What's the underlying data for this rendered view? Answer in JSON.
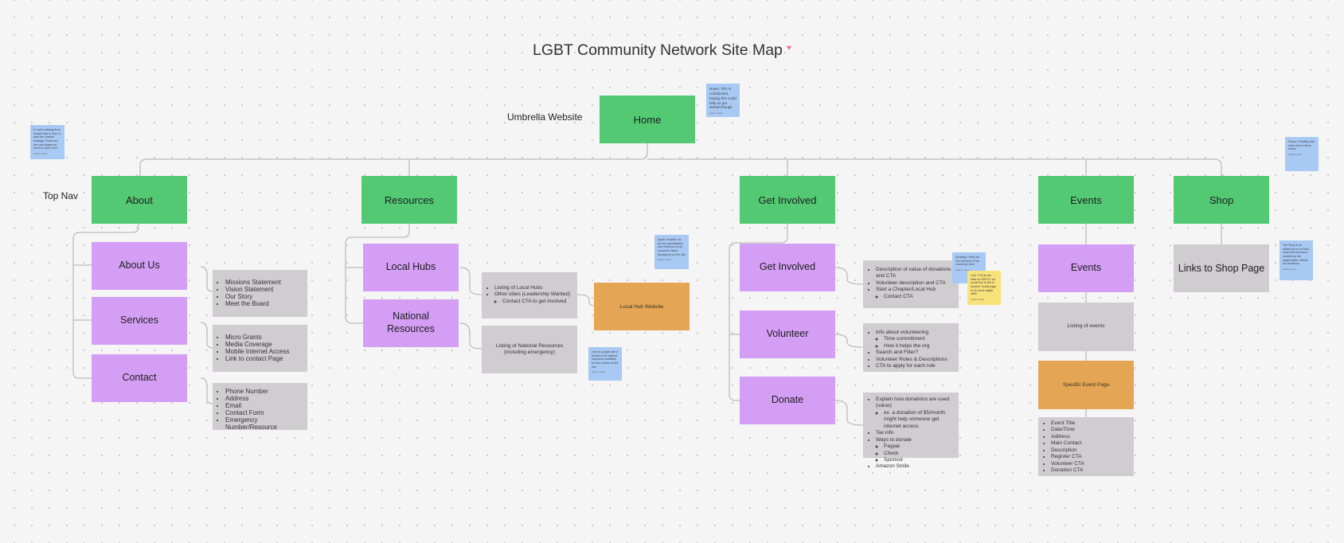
{
  "title": "LGBT Community Network Site Map",
  "labels": {
    "umbrella": "Umbrella Website",
    "topnav": "Top Nav"
  },
  "nodes": {
    "home": "Home",
    "about": "About",
    "resources": "Resources",
    "get_involved": "Get Involved",
    "events": "Events",
    "shop": "Shop",
    "about_us": "About Us",
    "services": "Services",
    "contact": "Contact",
    "local_hubs": "Local Hubs",
    "national_resources": "National Resources",
    "get_involved_page": "Get Involved",
    "volunteer": "Volunteer",
    "donate": "Donate",
    "events_page": "Events",
    "links_to_shop": "Links to Shop Page",
    "local_hub_website": "Local Hub Website",
    "listing_of_events": "Listing of events",
    "specific_event_page": "Specific Event Page",
    "listing_national": "Listing of National Resources (including emergency)"
  },
  "lists": {
    "about_us": [
      "Missions Statement",
      "Vision Statement",
      "Our Story",
      "Meet the Board"
    ],
    "services": [
      "Micro Grants",
      "Media Coverage",
      "Mobile Internet Access",
      "Link to contact Page"
    ],
    "contact": [
      "Phone Number",
      "Address",
      "Email",
      "Contact Form",
      "Emergency Number/Resource"
    ],
    "local_hubs": {
      "items": [
        "Listing of Local Hubs",
        "Other cities (Leadership Wanted)"
      ],
      "sub": [
        "Contact CTA to get involved"
      ]
    },
    "get_involved": {
      "a": [
        "Description of value of donations and CTA",
        "Volunteer description and CTA",
        "Start a Chapter/Local Hub"
      ],
      "a_sub": [
        "Contact CTA"
      ]
    },
    "volunteer": {
      "a": [
        "Info about volunteering"
      ],
      "a_sub": [
        "Time commitment",
        "How it helps the org"
      ],
      "b": [
        "Search and Filter?",
        "Volunteer Roles & Descriptions",
        "CTA to apply for each role"
      ]
    },
    "donate": {
      "a": [
        "Explain how donations are used (value)"
      ],
      "a_sub": [
        "ex. a donation of $5/month might help someone get internet access"
      ],
      "b": [
        "Tax info",
        "Ways to donate"
      ],
      "b_sub": [
        "Paypal",
        "Check",
        "Sponsor"
      ],
      "c": [
        "Amazon Smile"
      ]
    },
    "event_page": [
      "Event Title",
      "Date/Time",
      "Address",
      "Main Contact",
      "Description",
      "Register CTA",
      "Volunteer CTA",
      "Donation CTA"
    ]
  },
  "stickies": {
    "home_note": "Notes: This is confidential, hoping this could help us get started though",
    "left_note": "If I were starting from scratch this is how I'd start the content strategy. These are the core pages we need to move from.",
    "resources_note": "Apple, location: as per the specification and reference of all resources listed throughout on the site",
    "national_note": "Link to a page with a full list of all national resources available for this section of the site",
    "get_involved_note": "Strategy: I think all Get Involved CTAs should go here",
    "yellow_note": "Link: CTA as the data for NSPCC we would like to link to another Toolkit page to do some digital skills",
    "shop_note": "Future: Possibly add more merch items online",
    "shop_side_note": "The Shop is an offsite link to an Etsy shop that has items curated by the organization. Merch for donations.",
    "author": "Author name"
  },
  "colors": {
    "green": "#53c974",
    "purple": "#d49ef5",
    "orange": "#e4a654",
    "gray": "#cfcdcf",
    "sticky_blue": "#a9c9f5",
    "sticky_yellow": "#f8e27a",
    "connector": "#bcbcbc",
    "heart": "#f07080"
  }
}
